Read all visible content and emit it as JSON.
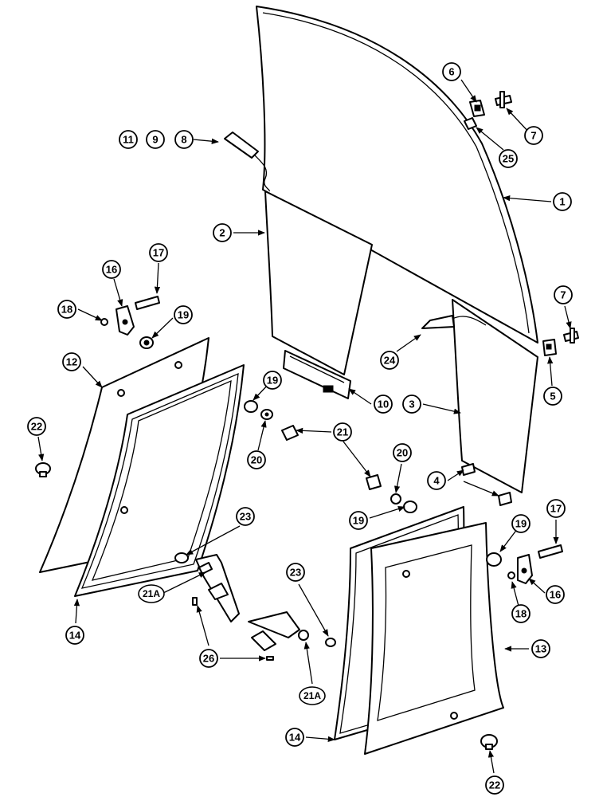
{
  "callouts": {
    "c1": "1",
    "c2": "2",
    "c3": "3",
    "c4": "4",
    "c5": "5",
    "c6": "6",
    "c7a": "7",
    "c7b": "7",
    "c8": "8",
    "c9": "9",
    "c10": "10",
    "c11": "11",
    "c12": "12",
    "c13": "13",
    "c14a": "14",
    "c14b": "14",
    "c16a": "16",
    "c16b": "16",
    "c17a": "17",
    "c17b": "17",
    "c18a": "18",
    "c18b": "18",
    "c19a": "19",
    "c19b": "19",
    "c19c": "19",
    "c19d": "19",
    "c20a": "20",
    "c20b": "20",
    "c21": "21",
    "c21Aa": "21A",
    "c21Ab": "21A",
    "c22a": "22",
    "c22b": "22",
    "c23a": "23",
    "c23b": "23",
    "c24": "24",
    "c25": "25",
    "c26": "26"
  }
}
